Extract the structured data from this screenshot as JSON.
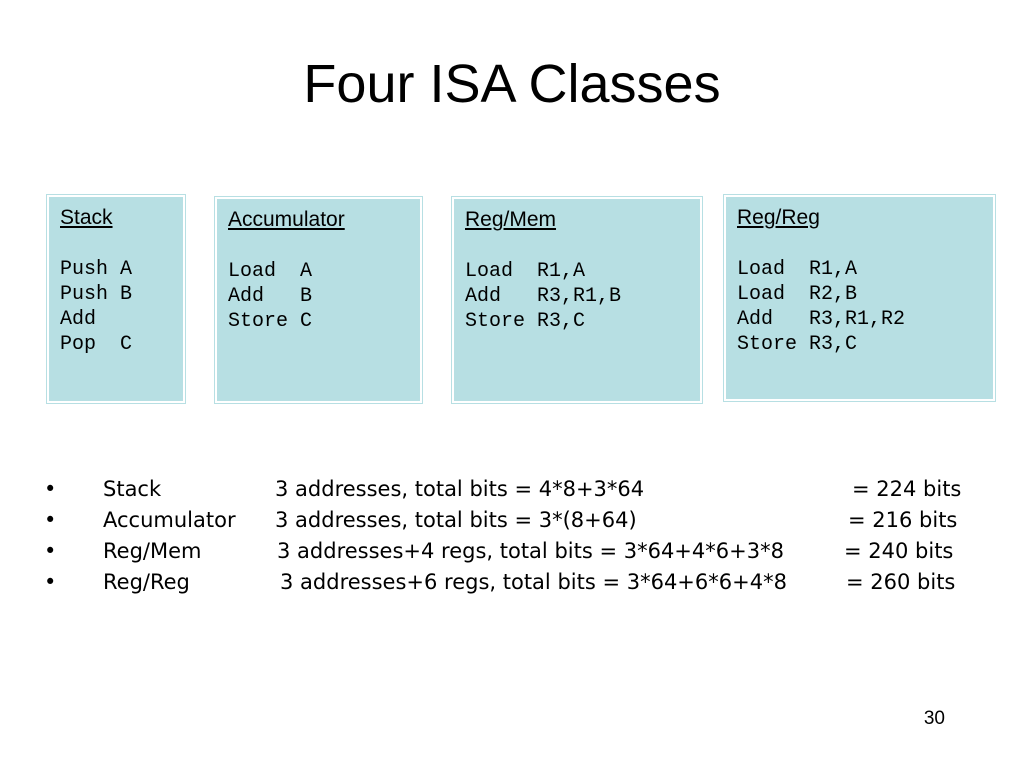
{
  "slide": {
    "title": "Four ISA Classes",
    "page_number": "30"
  },
  "boxes": [
    {
      "title": "Stack",
      "code": "Push A\nPush B\nAdd\nPop  C"
    },
    {
      "title": "Accumulator",
      "code": "Load  A\nAdd   B\nStore C"
    },
    {
      "title": "Reg/Mem",
      "code": "Load  R1,A\nAdd   R3,R1,B\nStore R3,C"
    },
    {
      "title": "Reg/Reg",
      "code": "Load  R1,A\nLoad  R2,B\nAdd   R3,R1,R2\nStore R3,C"
    }
  ],
  "bullets": [
    {
      "marker": "•",
      "name": "Stack",
      "desc": "3 addresses, total bits = 4*8+3*64",
      "result": "= 224 bits"
    },
    {
      "marker": "•",
      "name": "Accumulator",
      "desc": "3 addresses, total bits = 3*(8+64)",
      "result": "= 216 bits"
    },
    {
      "marker": "•",
      "name": "Reg/Mem",
      "desc": "3 addresses+4 regs, total bits = 3*64+4*6+3*8",
      "result": "= 240 bits"
    },
    {
      "marker": "•",
      "name": "Reg/Reg",
      "desc": "3 addresses+6 regs, total bits = 3*64+6*6+4*8",
      "result": "= 260 bits"
    }
  ],
  "colors": {
    "box_fill": "#b7dfe3",
    "background": "#ffffff"
  }
}
